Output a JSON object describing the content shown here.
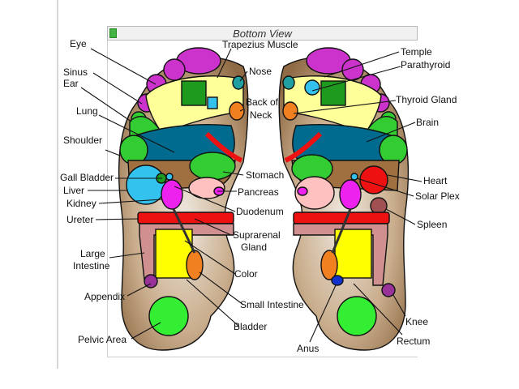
{
  "window": {
    "title": "Bottom View"
  },
  "labels": {
    "eye": "Eye",
    "trapezius": "Trapezius Muscle",
    "sinus": "Sinus",
    "ear": "Ear",
    "nose": "Nose",
    "temple": "Temple",
    "parathyroid": "Parathyroid",
    "back_of": "Back of",
    "neck": "Neck",
    "thyroid": "Thyroid Gland",
    "lung": "Lung",
    "brain": "Brain",
    "shoulder": "Shoulder",
    "stomach": "Stomach",
    "gall": "Gall Bladder",
    "heart": "Heart",
    "liver": "Liver",
    "pancreas": "Pancreas",
    "solar": "Solar Plex",
    "kidney": "Kidney",
    "duodenum": "Duodenum",
    "spleen": "Spleen",
    "ureter": "Ureter",
    "supra1": "Suprarenal",
    "supra2": "Gland",
    "large1": "Large",
    "large2": "Intestine",
    "color": "Color",
    "appendix": "Appendix",
    "small": "Small Intestine",
    "knee": "Knee",
    "bladder": "Bladder",
    "pelvic": "Pelvic Area",
    "anus": "Anus",
    "rectum": "Rectum"
  },
  "colors": {
    "skin": "#a5835f",
    "toe_purple": "#cc33cc",
    "toe_yellow": "#ffff99",
    "green": "#33cc33",
    "lung_blue": "#006b8f",
    "red": "#ee1111",
    "cyan": "#33c2ee",
    "magenta": "#ee22ee",
    "pink": "#ffc0c0",
    "yellow": "#ffff00",
    "orange": "#f08020",
    "mauve": "#d09090",
    "plum": "#993399",
    "brown_bar": "#a07040",
    "nose_teal": "#20a0a0",
    "spleen_brown": "#a05050"
  }
}
